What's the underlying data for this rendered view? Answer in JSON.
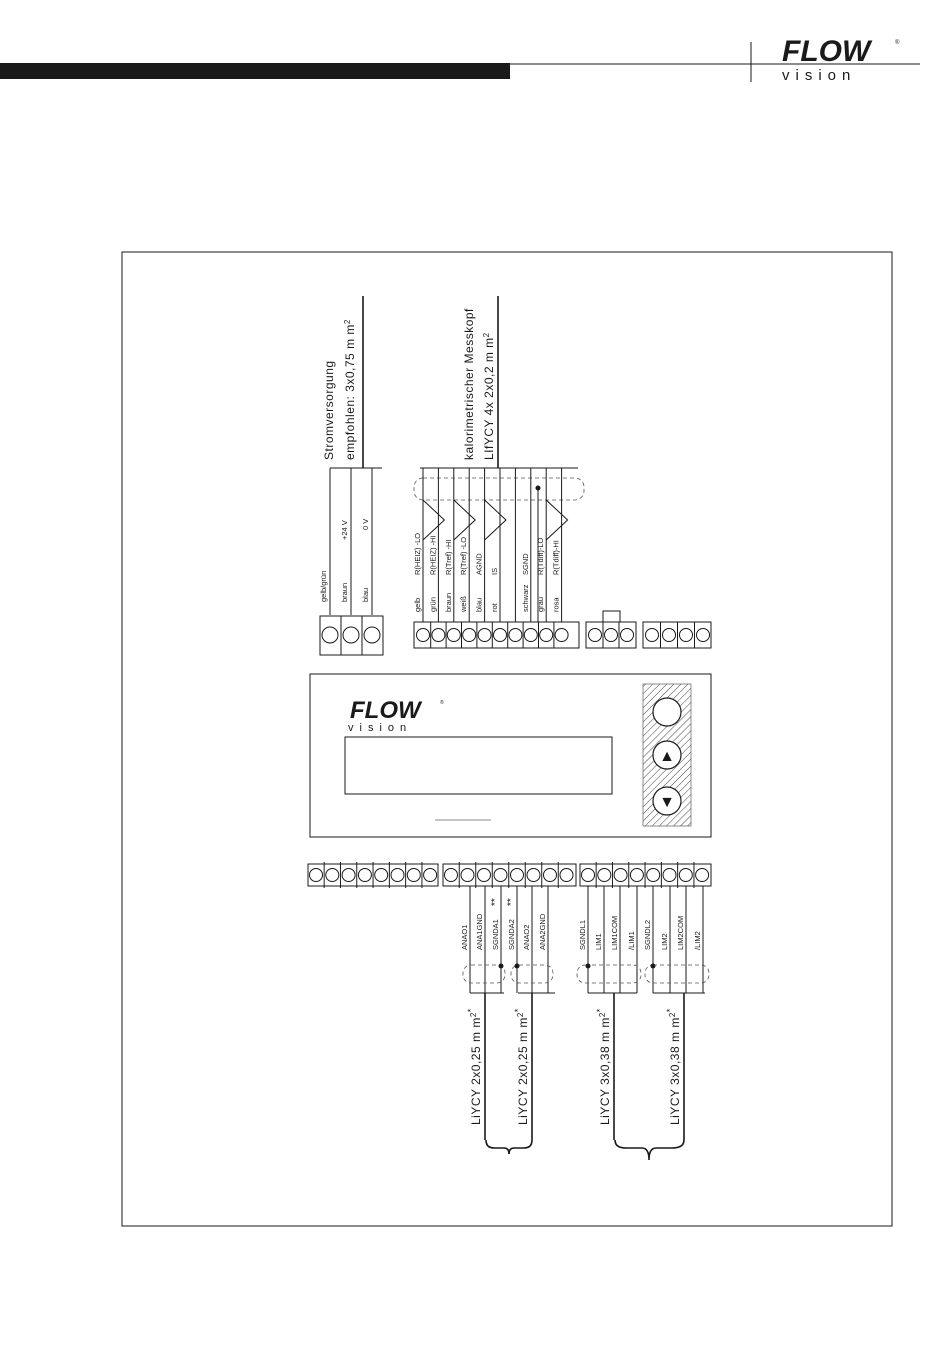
{
  "brand": {
    "logo_main": "FLOW",
    "logo_sub": "vision",
    "logo_mark": "®"
  },
  "power": {
    "title_1": "Stromversorgung",
    "title_2": "empfohlen: 3x0,75 m m",
    "title_2_sup": "2",
    "wires": [
      "gelb/grün",
      "braun",
      "blau"
    ],
    "signals": [
      "",
      "+24 V",
      "0 V"
    ]
  },
  "sensor": {
    "title_1": "kalorimetrischer Messkopf",
    "title_2": "LIfYCY 4x 2x0,2 m m",
    "title_2_sup": "2",
    "wires": [
      "gelb",
      "grün",
      "braun",
      "weiß",
      "blau",
      "rot",
      "",
      "schwarz",
      "grau",
      "rosa"
    ],
    "signals": [
      "R(HEIZ) -LO",
      "R(HEIZ) -HI",
      "R(Tref) -HI",
      "R(Tref) -LO",
      "AGND",
      "IS",
      "",
      "SGND",
      "R(Tdiff)-LO",
      "R(Tdiff)-HI"
    ]
  },
  "analog": {
    "signals": [
      "ANAO1",
      "ANA1GND",
      "SGNDA1",
      "SGNDA2",
      "ANAO2",
      "ANA2GND"
    ],
    "marks": [
      "",
      "",
      "**",
      "**",
      "",
      ""
    ],
    "cable_1": "LiYCY 2x0,25 m m",
    "cable_2": "LiYCY 2x0,25 m m",
    "cable_sup": "2",
    "cable_mark": "*"
  },
  "limits": {
    "signals": [
      "SGNDL1",
      "LIM1",
      "LIM1COM",
      "/LIM1",
      "SGNDL2",
      "LIM2",
      "LIM2COM",
      "/LIM2"
    ],
    "cable_1": "LiYCY 3x0,38 m m",
    "cable_2": "LiYCY 3x0,38 m m",
    "cable_sup": "2",
    "cable_mark": "*"
  },
  "device": {
    "buttons": [
      "enter-button",
      "up-button",
      "down-button"
    ],
    "up_glyph": "▲",
    "down_glyph": "▼"
  }
}
